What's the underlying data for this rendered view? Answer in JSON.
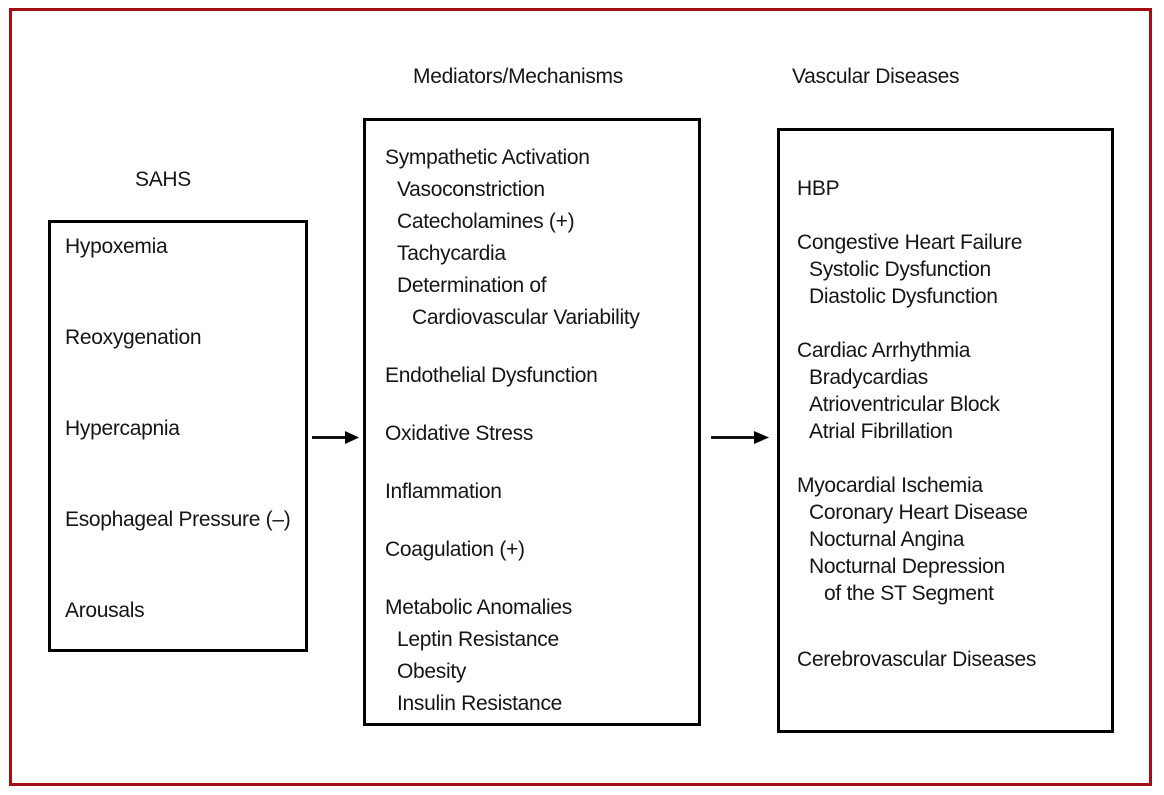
{
  "figure": {
    "frame_color": "#a50d14",
    "ink_color": "#000000",
    "columns": {
      "sahs": {
        "heading": "SAHS",
        "items": [
          "Hypoxemia",
          "Reoxygenation",
          "Hypercapnia",
          "Esophageal Pressure (–)",
          "Arousals"
        ]
      },
      "mediators": {
        "heading": "Mediators/Mechanisms",
        "lines": [
          {
            "text": "Sympathetic Activation",
            "indent": 0
          },
          {
            "text": "Vasoconstriction",
            "indent": 1
          },
          {
            "text": "Catecholamines (+)",
            "indent": 1
          },
          {
            "text": "Tachycardia",
            "indent": 1
          },
          {
            "text": "Determination of",
            "indent": 1
          },
          {
            "text": "Cardiovascular Variability",
            "indent": 2
          },
          {
            "text": "Endothelial Dysfunction",
            "indent": 0,
            "gap": 1
          },
          {
            "text": "Oxidative Stress",
            "indent": 0,
            "gap": 1
          },
          {
            "text": "Inflammation",
            "indent": 0,
            "gap": 1
          },
          {
            "text": "Coagulation (+)",
            "indent": 0,
            "gap": 1
          },
          {
            "text": "Metabolic Anomalies",
            "indent": 0,
            "gap": 1
          },
          {
            "text": "Leptin Resistance",
            "indent": 1
          },
          {
            "text": "Obesity",
            "indent": 1
          },
          {
            "text": "Insulin Resistance",
            "indent": 1
          }
        ]
      },
      "vascular": {
        "heading": "Vascular Diseases",
        "lines": [
          {
            "text": "HBP",
            "indent": 0
          },
          {
            "text": "Congestive Heart Failure",
            "indent": 0,
            "gap": 1
          },
          {
            "text": "Systolic Dysfunction",
            "indent": 1
          },
          {
            "text": "Diastolic Dysfunction",
            "indent": 1
          },
          {
            "text": "Cardiac Arrhythmia",
            "indent": 0,
            "gap": 1
          },
          {
            "text": "Bradycardias",
            "indent": 1
          },
          {
            "text": "Atrioventricular Block",
            "indent": 1
          },
          {
            "text": "Atrial Fibrillation",
            "indent": 1
          },
          {
            "text": "Myocardial Ischemia",
            "indent": 0,
            "gap": 1
          },
          {
            "text": "Coronary Heart Disease",
            "indent": 1
          },
          {
            "text": "Nocturnal Angina",
            "indent": 1
          },
          {
            "text": "Nocturnal Depression",
            "indent": 1
          },
          {
            "text": "of the ST Segment",
            "indent": 2
          },
          {
            "text": "Cerebrovascular Diseases",
            "indent": 0,
            "gap": 2
          }
        ]
      }
    }
  }
}
